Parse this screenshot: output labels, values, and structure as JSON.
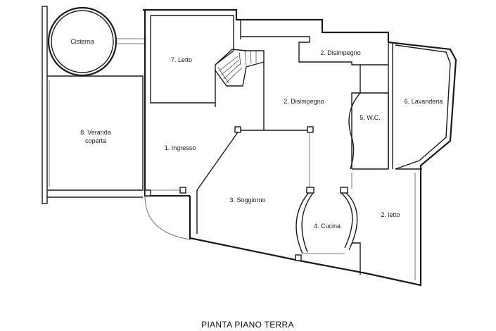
{
  "title": "PIANTA PIANO TERRA",
  "rooms": {
    "cisterna": "Cisterna",
    "letto7": "7. Letto",
    "disimpegno2a": "2. Disimpegno",
    "disimpegno2b": "2. Disimpegno",
    "lavanderia": "6. Lavanderia",
    "wc": "5. W.C.",
    "veranda_line1": "8. Veranda",
    "veranda_line2": "coperta",
    "ingresso": "1. Ingresso",
    "soggiorno": "3. Soggiorno",
    "cucina": "4. Cucina",
    "letto2": "2. letto"
  }
}
